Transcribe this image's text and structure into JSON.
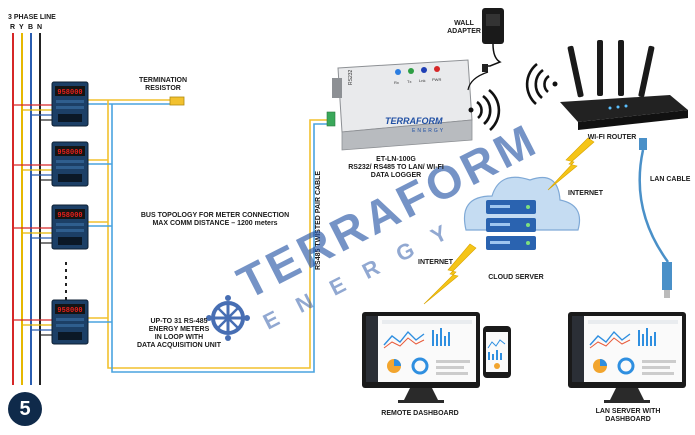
{
  "labels": {
    "three_phase_line": "3 PHASE LINE",
    "phases": [
      "R",
      "Y",
      "B",
      "N"
    ],
    "termination_resistor": [
      "TERMINATION",
      "RESISTOR"
    ],
    "bus_topology": [
      "BUS TOPOLOGY FOR METER CONNECTION",
      "MAX COMM DISTANCE – 1200 meters"
    ],
    "meters_note": [
      "UP-TO 31 RS-485",
      "ENERGY METERS",
      "IN LOOP WITH",
      "DATA ACQUISITION UNIT"
    ],
    "cable": "RS485 TWISTED PAIR CABLE",
    "logger": [
      "ET-LN-100G",
      "RS232/ RS485 TO LAN/ WI-FI",
      "DATA LOGGER"
    ],
    "wall_adapter": [
      "WALL",
      "ADAPTER"
    ],
    "wifi_router": "WI-FI ROUTER",
    "lan_cable": "LAN CABLE",
    "internet_top": "INTERNET",
    "internet_left": "INTERNET",
    "cloud_server": "CLOUD SERVER",
    "remote_dashboard": "REMOTE DASHBOARD",
    "lan_server": [
      "LAN SERVER WITH",
      "DASHBOARD"
    ],
    "step_number": "5"
  },
  "meters": {
    "reading": "958000",
    "count_shown": 4
  },
  "logger_device": {
    "brand": "TERRAFORM",
    "sub_brand": "ENERGY",
    "side_text": "RS232",
    "led_labels": [
      "Rx",
      "Tx",
      "Lnk",
      "PWR"
    ]
  },
  "watermark": {
    "brand": "TERRAFORM",
    "sub": "ENERGY"
  },
  "colors": {
    "cable_yellow": "#f2c12e",
    "cable_blue": "#4aa3df",
    "lightning": "#f5c518",
    "meter_display": "#e8201a",
    "watermark_blue": "#1f4fa3",
    "badge": "#0f2a4a"
  }
}
